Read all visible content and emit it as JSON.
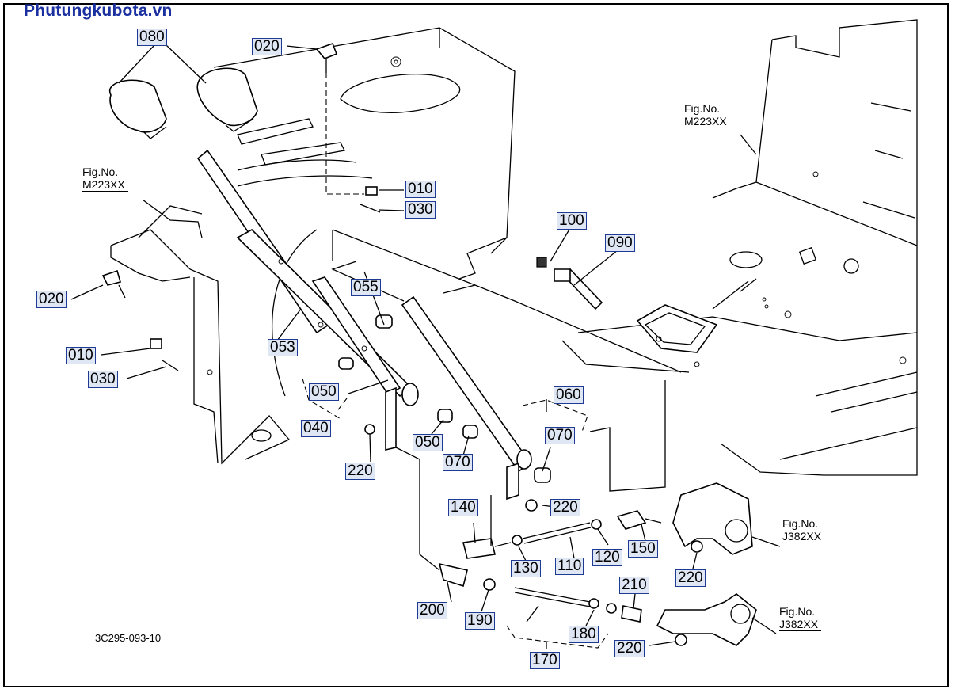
{
  "header": {
    "watermark": "Phutungkubota.vn"
  },
  "diagram": {
    "code": "3C295-093-10"
  },
  "fig_refs": [
    {
      "id": "figref-top-right",
      "label": "Fig.No.",
      "code": "M223XX"
    },
    {
      "id": "figref-left",
      "label": "Fig.No.",
      "code": "M223XX"
    },
    {
      "id": "figref-right-1",
      "label": "Fig.No.",
      "code": "J382XX"
    },
    {
      "id": "figref-right-2",
      "label": "Fig.No.",
      "code": "J382XX"
    }
  ],
  "callouts": [
    {
      "id": "c080",
      "label": "080"
    },
    {
      "id": "c020a",
      "label": "020"
    },
    {
      "id": "c010a",
      "label": "010"
    },
    {
      "id": "c030a",
      "label": "030"
    },
    {
      "id": "c100",
      "label": "100"
    },
    {
      "id": "c090",
      "label": "090"
    },
    {
      "id": "c055",
      "label": "055"
    },
    {
      "id": "c020b",
      "label": "020"
    },
    {
      "id": "c053",
      "label": "053"
    },
    {
      "id": "c010b",
      "label": "010"
    },
    {
      "id": "c030b",
      "label": "030"
    },
    {
      "id": "c050a",
      "label": "050"
    },
    {
      "id": "c040",
      "label": "040"
    },
    {
      "id": "c060",
      "label": "060"
    },
    {
      "id": "c070a",
      "label": "070"
    },
    {
      "id": "c050b",
      "label": "050"
    },
    {
      "id": "c070b",
      "label": "070"
    },
    {
      "id": "c220a",
      "label": "220"
    },
    {
      "id": "c220b",
      "label": "220"
    },
    {
      "id": "c140",
      "label": "140"
    },
    {
      "id": "c150",
      "label": "150"
    },
    {
      "id": "c130",
      "label": "130"
    },
    {
      "id": "c110",
      "label": "110"
    },
    {
      "id": "c120",
      "label": "120"
    },
    {
      "id": "c220c",
      "label": "220"
    },
    {
      "id": "c210",
      "label": "210"
    },
    {
      "id": "c200",
      "label": "200"
    },
    {
      "id": "c190",
      "label": "190"
    },
    {
      "id": "c180",
      "label": "180"
    },
    {
      "id": "c220d",
      "label": "220"
    },
    {
      "id": "c170",
      "label": "170"
    }
  ]
}
